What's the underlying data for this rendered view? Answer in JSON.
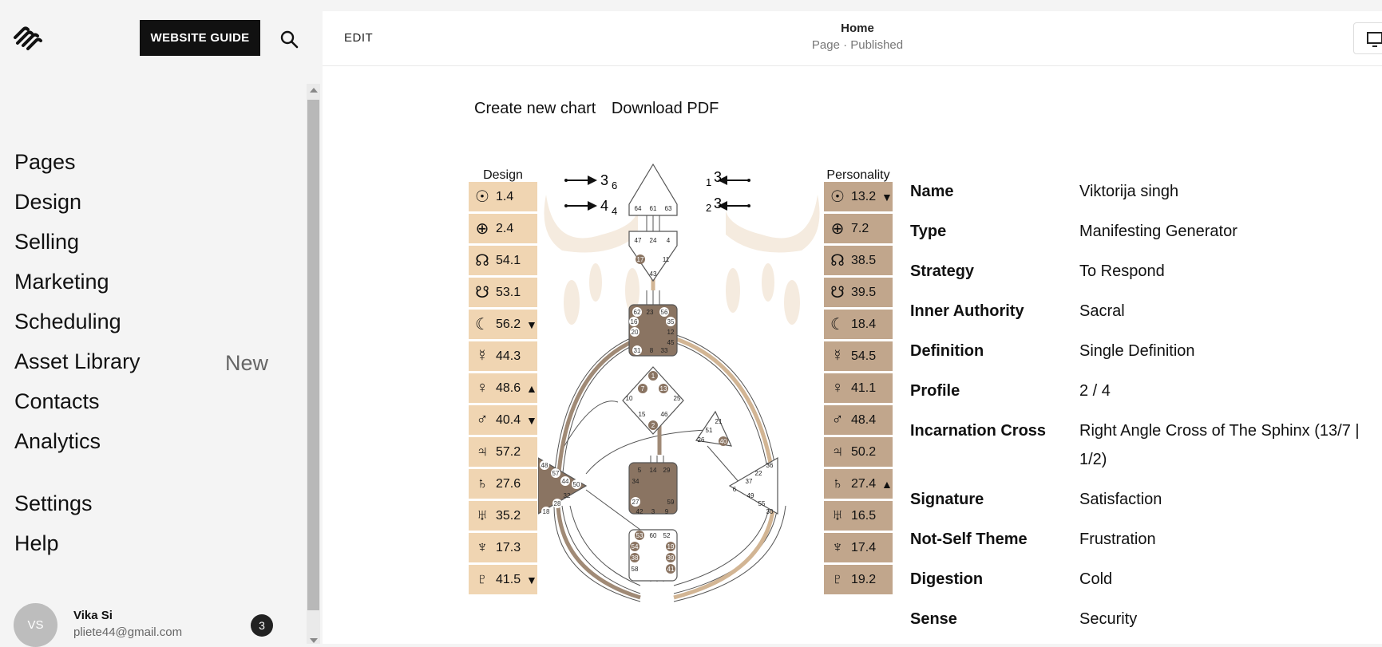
{
  "sidebar": {
    "guide_label": "WEBSITE GUIDE",
    "nav": [
      "Pages",
      "Design",
      "Selling",
      "Marketing",
      "Scheduling",
      "Asset Library",
      "Contacts",
      "Analytics",
      "Settings",
      "Help"
    ],
    "new_badge": "New",
    "user": {
      "initials": "VS",
      "name": "Vika Si",
      "email": "pliete44@gmail.com",
      "notifications": "3"
    }
  },
  "topbar": {
    "edit": "EDIT",
    "page_title": "Home",
    "page_status": "Page · Published"
  },
  "links": {
    "create": "Create new chart",
    "download": "Download PDF"
  },
  "design": {
    "title": "Design",
    "rows": [
      {
        "sym": "☉",
        "val": "1.4",
        "mk": ""
      },
      {
        "sym": "⊕",
        "val": "2.4",
        "mk": ""
      },
      {
        "sym": "☊",
        "val": "54.1",
        "mk": ""
      },
      {
        "sym": "☋",
        "val": "53.1",
        "mk": ""
      },
      {
        "sym": "☾",
        "val": "56.2",
        "mk": "▼"
      },
      {
        "sym": "☿",
        "val": "44.3",
        "mk": ""
      },
      {
        "sym": "♀",
        "val": "48.6",
        "mk": "▲"
      },
      {
        "sym": "♂",
        "val": "40.4",
        "mk": "▼"
      },
      {
        "sym": "♃",
        "val": "57.2",
        "mk": ""
      },
      {
        "sym": "♄",
        "val": "27.6",
        "mk": ""
      },
      {
        "sym": "♅",
        "val": "35.2",
        "mk": ""
      },
      {
        "sym": "♆",
        "val": "17.3",
        "mk": ""
      },
      {
        "sym": "♇",
        "val": "41.5",
        "mk": "▼"
      }
    ]
  },
  "personality": {
    "title": "Personality",
    "rows": [
      {
        "sym": "☉",
        "val": "13.2",
        "mk": "▼"
      },
      {
        "sym": "⊕",
        "val": "7.2",
        "mk": ""
      },
      {
        "sym": "☊",
        "val": "38.5",
        "mk": ""
      },
      {
        "sym": "☋",
        "val": "39.5",
        "mk": ""
      },
      {
        "sym": "☾",
        "val": "18.4",
        "mk": ""
      },
      {
        "sym": "☿",
        "val": "54.5",
        "mk": ""
      },
      {
        "sym": "♀",
        "val": "41.1",
        "mk": ""
      },
      {
        "sym": "♂",
        "val": "48.4",
        "mk": ""
      },
      {
        "sym": "♃",
        "val": "50.2",
        "mk": ""
      },
      {
        "sym": "♄",
        "val": "27.4",
        "mk": "▲"
      },
      {
        "sym": "♅",
        "val": "16.5",
        "mk": ""
      },
      {
        "sym": "♆",
        "val": "17.4",
        "mk": ""
      },
      {
        "sym": "♇",
        "val": "19.2",
        "mk": ""
      }
    ]
  },
  "arrows": {
    "left_top": "3",
    "left_top_sub": "6",
    "left_bot": "4",
    "left_bot_sub": "4",
    "right_top": "3",
    "right_top_pre": "1",
    "right_bot": "3",
    "right_bot_pre": "2"
  },
  "gates": {
    "head": [
      "64",
      "61",
      "63"
    ],
    "ajna": [
      "47",
      "24",
      "4",
      "17",
      "11",
      "43"
    ],
    "throat": [
      "62",
      "23",
      "56",
      "16",
      "35",
      "20",
      "12",
      "45",
      "31",
      "8",
      "33"
    ],
    "g": [
      "1",
      "7",
      "13",
      "10",
      "25",
      "15",
      "46",
      "2"
    ],
    "heart": [
      "21",
      "51",
      "26",
      "40"
    ],
    "sacral": [
      "5",
      "14",
      "29",
      "34",
      "27",
      "59",
      "42",
      "3",
      "9"
    ],
    "spleen": [
      "48",
      "57",
      "44",
      "50",
      "32",
      "28",
      "18"
    ],
    "solar": [
      "36",
      "22",
      "37",
      "6",
      "49",
      "55",
      "30"
    ],
    "root": [
      "53",
      "60",
      "52",
      "54",
      "19",
      "38",
      "39",
      "58",
      "41"
    ]
  },
  "colors": {
    "design": "#f0d5b2",
    "personality": "#c1a68c",
    "defined": "#8a7462",
    "channel_design": "#d2b594",
    "channel_pers": "#a08a76"
  },
  "info": [
    {
      "k": "Name",
      "v": "Viktorija singh"
    },
    {
      "k": "Type",
      "v": "Manifesting Generator"
    },
    {
      "k": "Strategy",
      "v": "To Respond"
    },
    {
      "k": "Inner Authority",
      "v": "Sacral"
    },
    {
      "k": "Definition",
      "v": "Single Definition"
    },
    {
      "k": "Profile",
      "v": "2 / 4"
    },
    {
      "k": "Incarnation Cross",
      "v": "Right Angle Cross of The Sphinx (13/7 | 1/2)"
    },
    {
      "k": "Signature",
      "v": "Satisfaction"
    },
    {
      "k": "Not-Self Theme",
      "v": "Frustration"
    },
    {
      "k": "Digestion",
      "v": "Cold"
    },
    {
      "k": "Sense",
      "v": "Security"
    }
  ]
}
